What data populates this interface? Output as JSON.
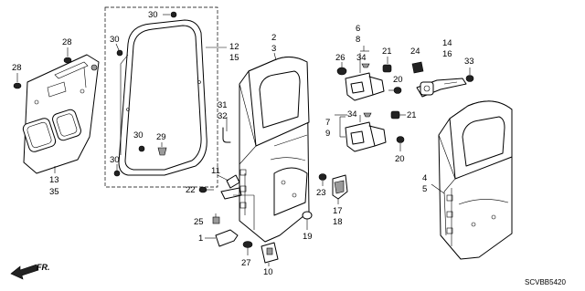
{
  "diagram_code": "SCVBB5420",
  "direction_label": "FR.",
  "callouts": [
    {
      "id": "c28a",
      "text": "28"
    },
    {
      "id": "c28b",
      "text": "28"
    },
    {
      "id": "c13",
      "text": "13"
    },
    {
      "id": "c35",
      "text": "35"
    },
    {
      "id": "c30a",
      "text": "30"
    },
    {
      "id": "c30b",
      "text": "30"
    },
    {
      "id": "c30c",
      "text": "30"
    },
    {
      "id": "c30d",
      "text": "30"
    },
    {
      "id": "c29",
      "text": "29"
    },
    {
      "id": "c12",
      "text": "12"
    },
    {
      "id": "c15",
      "text": "15"
    },
    {
      "id": "c2",
      "text": "2"
    },
    {
      "id": "c3",
      "text": "3"
    },
    {
      "id": "c31",
      "text": "31"
    },
    {
      "id": "c32",
      "text": "32"
    },
    {
      "id": "c11",
      "text": "11"
    },
    {
      "id": "c22",
      "text": "22"
    },
    {
      "id": "c25",
      "text": "25"
    },
    {
      "id": "c1",
      "text": "1"
    },
    {
      "id": "c27",
      "text": "27"
    },
    {
      "id": "c10",
      "text": "10"
    },
    {
      "id": "c19",
      "text": "19"
    },
    {
      "id": "c6",
      "text": "6"
    },
    {
      "id": "c8",
      "text": "8"
    },
    {
      "id": "c34a",
      "text": "34"
    },
    {
      "id": "c26",
      "text": "26"
    },
    {
      "id": "c21a",
      "text": "21"
    },
    {
      "id": "c20a",
      "text": "20"
    },
    {
      "id": "c24",
      "text": "24"
    },
    {
      "id": "c14",
      "text": "14"
    },
    {
      "id": "c16",
      "text": "16"
    },
    {
      "id": "c33",
      "text": "33"
    },
    {
      "id": "c7",
      "text": "7"
    },
    {
      "id": "c9",
      "text": "9"
    },
    {
      "id": "c34b",
      "text": "34"
    },
    {
      "id": "c21b",
      "text": "21"
    },
    {
      "id": "c20b",
      "text": "20"
    },
    {
      "id": "c23",
      "text": "23"
    },
    {
      "id": "c17",
      "text": "17"
    },
    {
      "id": "c18",
      "text": "18"
    },
    {
      "id": "c4",
      "text": "4"
    },
    {
      "id": "c5",
      "text": "5"
    }
  ]
}
